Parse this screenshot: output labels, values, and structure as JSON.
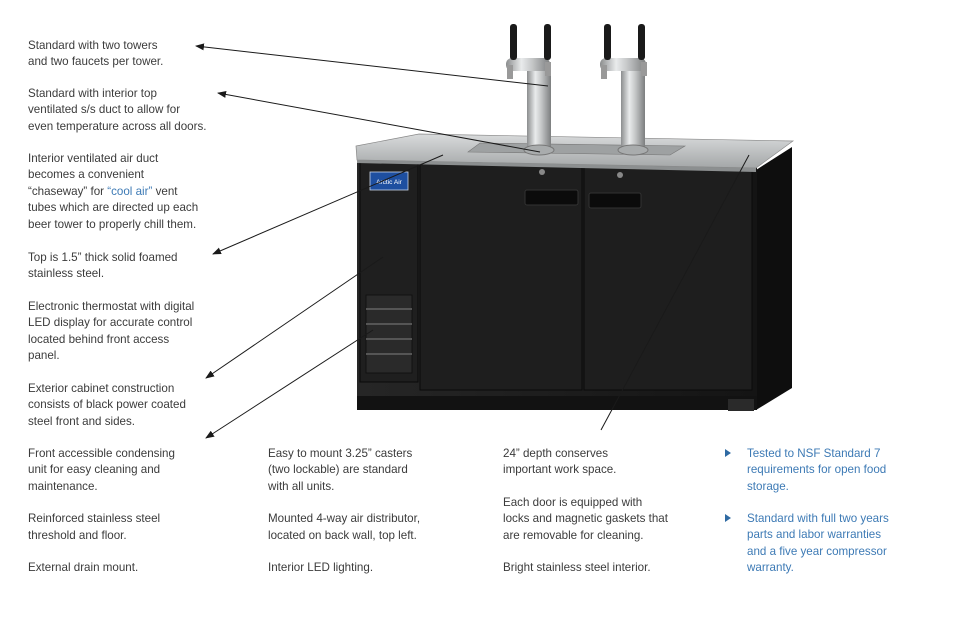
{
  "left_callouts": [
    {
      "lines": [
        "Standard with two towers",
        "and two faucets per tower."
      ]
    },
    {
      "lines": [
        "Standard with interior top",
        "ventilated s/s duct to allow for",
        "even temperature across all doors."
      ]
    },
    {
      "lines_rich": [
        {
          "text": "Interior ventilated air duct"
        },
        {
          "text": "becomes a convenient"
        },
        {
          "pre": "“chaseway” for ",
          "hl": "“cool air”",
          "post": " vent"
        },
        {
          "text": "tubes which are directed up each"
        },
        {
          "text": "beer tower to properly chill them."
        }
      ]
    },
    {
      "lines": [
        "Top is 1.5” thick solid foamed",
        "stainless steel."
      ]
    },
    {
      "lines": [
        "Electronic thermostat with digital",
        "LED display for accurate control",
        "located behind front access",
        "panel."
      ]
    },
    {
      "lines": [
        "Exterior cabinet construction",
        "consists of black power coated",
        "steel front and sides."
      ]
    }
  ],
  "bottom_columns": [
    {
      "items": [
        {
          "lines": [
            "Front accessible condensing",
            "unit for easy cleaning and",
            "maintenance."
          ]
        },
        {
          "lines": [
            "Reinforced stainless steel",
            "threshold and floor."
          ]
        },
        {
          "lines": [
            "External drain mount."
          ]
        }
      ]
    },
    {
      "items": [
        {
          "lines": [
            "Easy to mount 3.25” casters",
            "(two lockable) are standard",
            "with all units."
          ]
        },
        {
          "lines": [
            "Mounted 4-way air distributor,",
            "located on back wall, top left."
          ]
        },
        {
          "lines": [
            "Interior LED lighting."
          ]
        }
      ]
    },
    {
      "items": [
        {
          "lines": [
            "24” depth conserves",
            "important work space."
          ]
        },
        {
          "lines": [
            "Each door is equipped with",
            "locks and magnetic gaskets that",
            "are removable for cleaning."
          ]
        },
        {
          "lines": [
            "Bright stainless steel interior."
          ]
        }
      ]
    }
  ],
  "bullets": [
    {
      "lines": [
        "Tested to NSF Standard 7",
        "requirements for open food",
        "storage."
      ]
    },
    {
      "lines": [
        "Standard with full two years",
        "parts and labor warranties",
        "and a five year compressor",
        "warranty."
      ]
    }
  ],
  "product_logo": "Arctic Air",
  "colors": {
    "body_text": "#3b3b3b",
    "accent_blue": "#3d7ab5",
    "arrow": "#1a1a1a",
    "cabinet": "#1c1c1c",
    "steel": "#b9bcbd"
  }
}
